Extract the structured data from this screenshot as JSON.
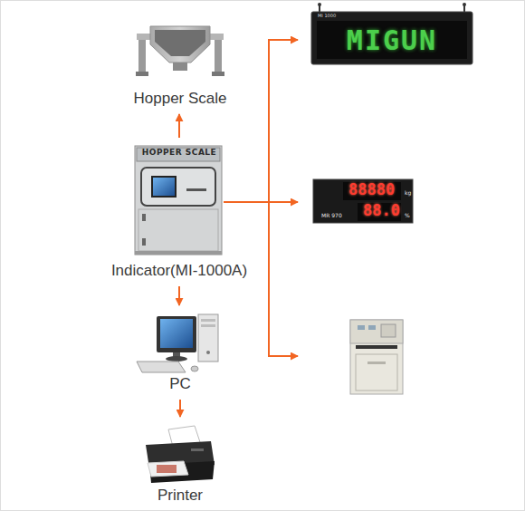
{
  "diagram": {
    "nodes": [
      {
        "text": [
          "Hopper Scale"
        ]
      },
      {
        "text": [
          "HOPPER SCALE",
          "Indicator(MI-1000A)"
        ]
      },
      {
        "text": [
          "PC"
        ]
      },
      {
        "text": [
          "Printer"
        ]
      },
      {
        "text": [
          "MI 1000",
          "MIGUN"
        ]
      },
      {
        "text": [
          "88880",
          "kg",
          "MR 970",
          "88.0",
          "%"
        ]
      },
      {
        "text": []
      }
    ],
    "edges": [
      {
        "from": 1,
        "to": 0,
        "arrow": "to"
      },
      {
        "from": 1,
        "to": 2,
        "arrow": "to"
      },
      {
        "from": 2,
        "to": 3,
        "arrow": "to"
      },
      {
        "from": 1,
        "to": 4,
        "arrow": "to"
      },
      {
        "from": 1,
        "to": 5,
        "arrow": "to"
      },
      {
        "from": 1,
        "to": 6,
        "arrow": "to"
      }
    ]
  }
}
